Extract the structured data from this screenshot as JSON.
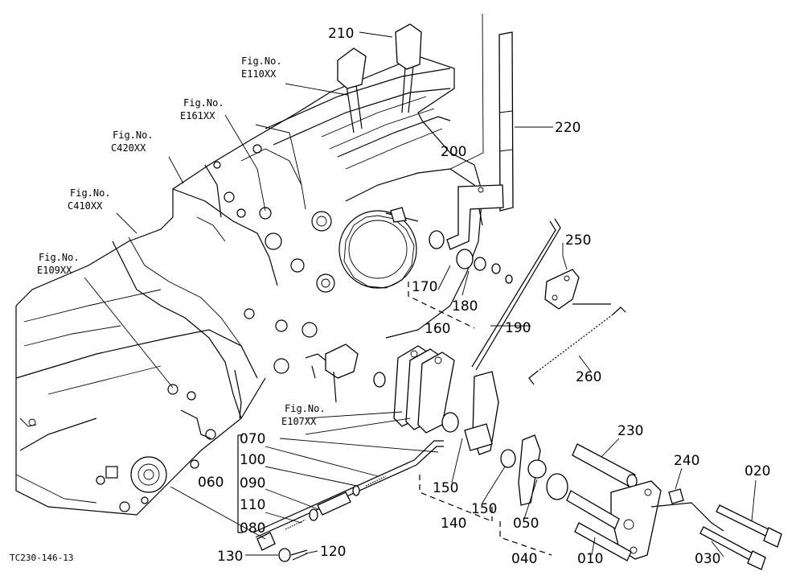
{
  "diagram": {
    "code": "TC230-146-13",
    "fig_refs": [
      {
        "id": "e110",
        "lines": [
          "Fig.No.",
          "E110XX"
        ]
      },
      {
        "id": "e161",
        "lines": [
          "Fig.No.",
          "E161XX"
        ]
      },
      {
        "id": "c420",
        "lines": [
          "Fig.No.",
          "C420XX"
        ]
      },
      {
        "id": "c410",
        "lines": [
          "Fig.No.",
          "C410XX"
        ]
      },
      {
        "id": "e109",
        "lines": [
          "Fig.No.",
          "E109XX"
        ]
      },
      {
        "id": "e107",
        "lines": [
          "Fig.No.",
          "E107XX"
        ]
      }
    ],
    "parts": [
      {
        "id": "p210",
        "label": "210"
      },
      {
        "id": "p220",
        "label": "220"
      },
      {
        "id": "p200",
        "label": "200"
      },
      {
        "id": "p250",
        "label": "250"
      },
      {
        "id": "p170",
        "label": "170"
      },
      {
        "id": "p180",
        "label": "180"
      },
      {
        "id": "p160",
        "label": "160"
      },
      {
        "id": "p190",
        "label": "190"
      },
      {
        "id": "p260",
        "label": "260"
      },
      {
        "id": "p230",
        "label": "230"
      },
      {
        "id": "p240",
        "label": "240"
      },
      {
        "id": "p020",
        "label": "020"
      },
      {
        "id": "p070",
        "label": "070"
      },
      {
        "id": "p100",
        "label": "100"
      },
      {
        "id": "p090",
        "label": "090"
      },
      {
        "id": "p060",
        "label": "060"
      },
      {
        "id": "p110",
        "label": "110"
      },
      {
        "id": "p080",
        "label": "080"
      },
      {
        "id": "p150a",
        "label": "150"
      },
      {
        "id": "p150b",
        "label": "150"
      },
      {
        "id": "p140",
        "label": "140"
      },
      {
        "id": "p050",
        "label": "050"
      },
      {
        "id": "p040",
        "label": "040"
      },
      {
        "id": "p010",
        "label": "010"
      },
      {
        "id": "p030",
        "label": "030"
      },
      {
        "id": "p130",
        "label": "130"
      },
      {
        "id": "p120",
        "label": "120"
      }
    ]
  }
}
